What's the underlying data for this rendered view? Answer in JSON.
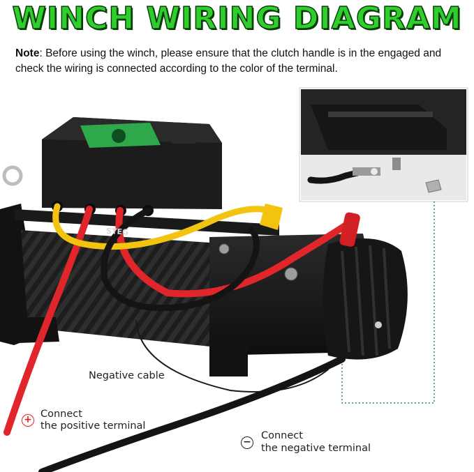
{
  "title": "WINCH WIRING DIAGRAM",
  "note": {
    "label": "Note",
    "text": ": Before using the winch, please ensure that the clutch handle is in the engaged and check the wiring is connected according to the color of the terminal."
  },
  "labels": {
    "negative_cable": "Negative cable",
    "positive_line1": "Connect",
    "positive_line2": "the positive terminal",
    "negative_line1": "Connect",
    "negative_line2": "the negative terminal",
    "positive_symbol": "+",
    "negative_symbol": "−"
  },
  "product_text": {
    "brand_partial": "STEG"
  },
  "colors": {
    "title_green": "#2fce2c",
    "positive_red": "#e0262a",
    "ground_yellow": "#f2c40f",
    "black": "#141414",
    "control_box_green": "#2ea84a"
  },
  "icons": {
    "positive": "plus-circle-icon",
    "negative": "minus-circle-icon"
  }
}
